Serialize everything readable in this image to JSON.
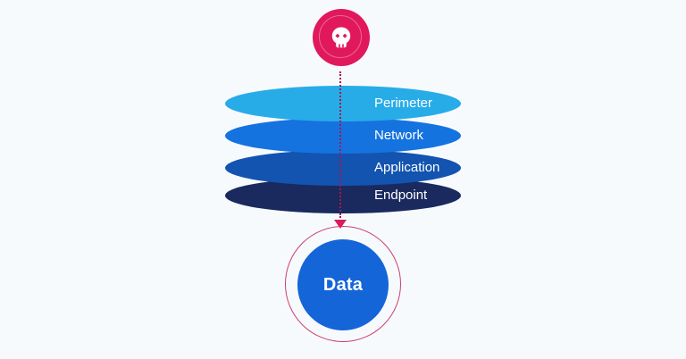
{
  "canvas": {
    "background": "#F7FAFD"
  },
  "attacker": {
    "icon": "skull-icon",
    "badge_color": "#E1185C",
    "inner_ring_color": "rgba(255,255,255,0.35)"
  },
  "attack_path": {
    "dot_color": "#A21850",
    "arrow_color": "#DC1A5C"
  },
  "layers": [
    {
      "label": "Perimeter",
      "color": "#27ACE8"
    },
    {
      "label": "Network",
      "color": "#1573E0"
    },
    {
      "label": "Application",
      "color": "#1254B0"
    },
    {
      "label": "Endpoint",
      "color": "#1A2A5E"
    }
  ],
  "layer_label_color": "#FFFFFF",
  "target": {
    "label": "Data",
    "circle_color": "#1465D8",
    "ring_color": "#C9406B",
    "label_color": "#FFFFFF"
  }
}
